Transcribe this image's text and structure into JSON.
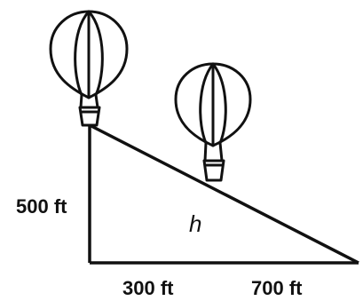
{
  "labels": {
    "vertical_side": "500 ft",
    "base_left": "300 ft",
    "base_right": "700 ft",
    "hypotenuse": "h"
  },
  "colors": {
    "stroke": "#111111",
    "background": "#ffffff"
  },
  "icons": [
    "hot-air-balloon-icon",
    "hot-air-balloon-icon"
  ]
}
